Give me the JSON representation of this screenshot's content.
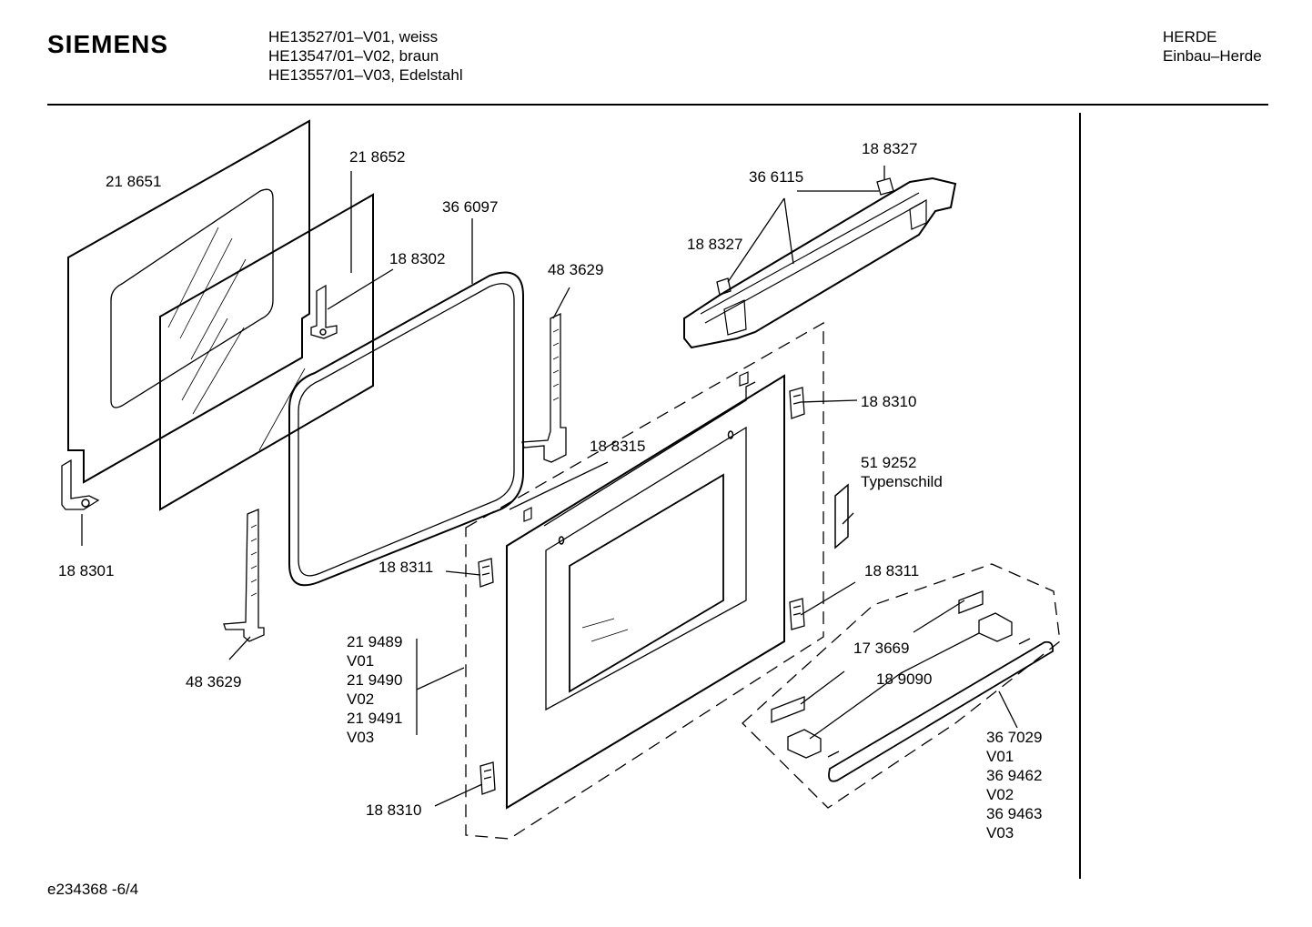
{
  "header": {
    "brand": "SIEMENS",
    "models": [
      "HE13527/01–V01, weiss",
      "HE13547/01–V02, braun",
      "HE13557/01–V03, Edelstahl"
    ],
    "category_lines": [
      "HERDE",
      "Einbau–Herde"
    ]
  },
  "footer": {
    "doc_id": "e234368 -6/4"
  },
  "diagram": {
    "labels": {
      "p218651": "21 8651",
      "p218652": "21 8652",
      "p366097": "36 6097",
      "p188302": "18 8302",
      "p483629_top": "48 3629",
      "p188327_top": "18 8327",
      "p366115": "36 6115",
      "p188327_left": "18 8327",
      "p188310_right": "18 8310",
      "p188315": "18 8315",
      "p519252": "51 9252",
      "typenschild": "Typenschild",
      "p188301": "18 8301",
      "p188311_left": "18 8311",
      "p188311_right": "18 8311",
      "p173669": "17 3669",
      "p189090": "18 9090",
      "p483629_bottom": "48 3629",
      "door_variants": [
        "21 9489",
        "V01",
        "21 9490",
        "V02",
        "21 9491",
        "V03"
      ],
      "handle_variants": [
        "36 7029",
        "V01",
        "36 9462",
        "V02",
        "36 9463",
        "V03"
      ],
      "p188310_bottom": "18 8310"
    }
  }
}
